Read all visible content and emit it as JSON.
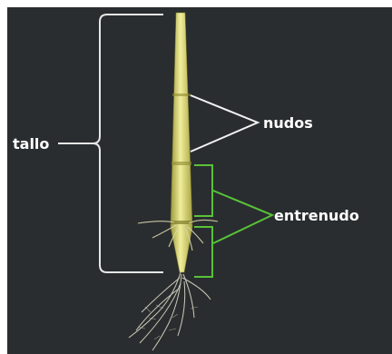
{
  "labels": {
    "stem": "tallo",
    "nodes": "nudos",
    "internode": "entrenudo"
  },
  "colors": {
    "background": "#2a2d2f",
    "stem_bracket": "#e6e6e6",
    "nodes_pointer": "#f2f2f2",
    "internode_pointer": "#58c23a",
    "stalk": "#d9d46a"
  }
}
